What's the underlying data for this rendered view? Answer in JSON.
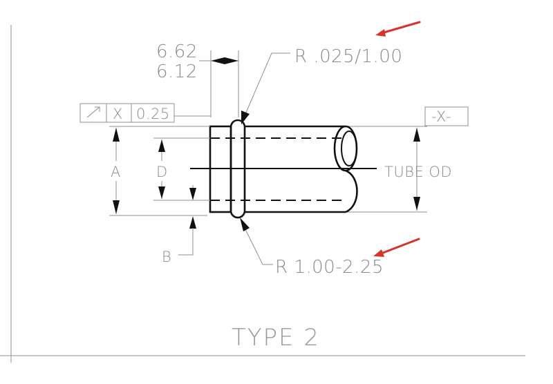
{
  "drawing": {
    "title": "TYPE 2",
    "labels": {
      "dim_upper": "6.62",
      "dim_lower": "6.12",
      "radius_top": "R .025/1.00",
      "radius_bottom": "R 1.00-2.25",
      "datum": "-X-",
      "tube_od": "TUBE OD",
      "dim_a": "A",
      "dim_d": "D",
      "dim_b": "B"
    },
    "feature_control_frame": {
      "symbol": "runout-arrow-icon",
      "datum_ref": "X",
      "tolerance": "0.25"
    },
    "annotation_color": "#d9322b",
    "line_color": "#111111",
    "text_color": "#8a8a8a"
  }
}
